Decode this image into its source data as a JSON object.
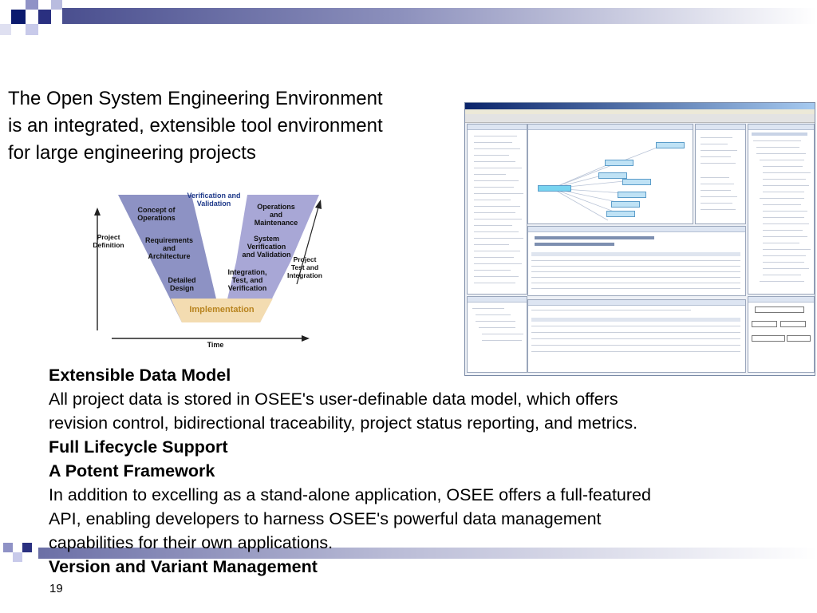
{
  "slide": {
    "intro_lines": [
      "The Open System Engineering Environment",
      "is an integrated, extensible tool environment",
      "for large engineering projects"
    ],
    "page_number": "19"
  },
  "v_diagram": {
    "top_left": "Verification and",
    "top_left2": "Validation",
    "concept": [
      "Concept of",
      "Operations"
    ],
    "requirements": [
      "Requirements",
      "and",
      "Architecture"
    ],
    "detailed": [
      "Detailed",
      "Design"
    ],
    "implementation": "Implementation",
    "operations": [
      "Operations",
      "and",
      "Maintenance"
    ],
    "system": [
      "System",
      "Verification",
      "and Validation"
    ],
    "integration": [
      "Integration,",
      "Test, and",
      "Verification"
    ],
    "project_definition": [
      "Project",
      "Definition"
    ],
    "project_test": [
      "Project",
      "Test and",
      "Integration"
    ],
    "time": "Time",
    "colors": {
      "left_arm": "#8d92c4",
      "right_arm": "#a8a7d6",
      "bottom": "#f3dcb1",
      "accent": "#b8841f"
    }
  },
  "features": [
    {
      "heading": "Extensible Data Model"
    },
    {
      "text_lines": [
        "All project data is stored in OSEE's user-definable data model, which offers",
        "revision control, bidirectional traceability, project status reporting, and metrics."
      ]
    },
    {
      "heading": "Full Lifecycle Support"
    },
    {
      "heading": "A Potent Framework"
    },
    {
      "text_lines": [
        "In addition to excelling as a stand-alone application, OSEE offers a full-featured",
        "API, enabling developers to harness OSEE's powerful data management",
        "capabilities for their own applications."
      ]
    },
    {
      "heading": "Version and Variant Management"
    }
  ],
  "theme": {
    "accent_dark": "#1f2a6b",
    "accent_mid": "#5a5fa0"
  }
}
